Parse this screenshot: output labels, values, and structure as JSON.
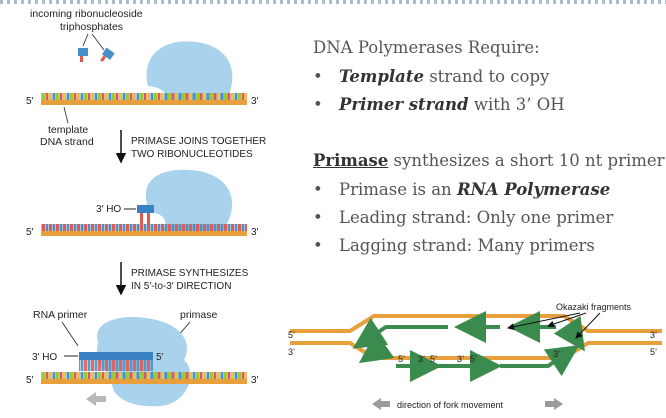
{
  "slide": {
    "heading": "DNA Polymerases Require:",
    "req1_em": "Template",
    "req1_rest": " strand to copy",
    "req2_em": "Primer strand",
    "req2_rest": " with 3’ OH",
    "primase_word": "Primase",
    "primase_rest": " synthesizes a short 10 nt primer",
    "b1_text": "Primase is an ",
    "b1_em": "RNA Polymerase",
    "b2": "Leading strand: Only one primer",
    "b3": "Lagging strand: Many primers",
    "bullet": "•"
  },
  "left_diagram": {
    "incoming": "incoming ribonucleoside",
    "triphosphates": "triphosphates",
    "five_prime": "5′",
    "three_prime": "3′",
    "template_1": "template",
    "template_2": "DNA strand",
    "step1_a": "PRIMASE JOINS TOGETHER",
    "step1_b": "TWO RIBONUCLEOTIDES",
    "ho": "3′ HO",
    "step2_a": "PRIMASE SYNTHESIZES",
    "step2_b": "IN 5′-to-3′ DIRECTION",
    "rna_primer": "RNA primer",
    "primase": "primase"
  },
  "fork_diagram": {
    "okazaki": "Okazaki fragments",
    "five_prime": "5’",
    "three_prime": "3’",
    "direction": "direction of fork movement"
  },
  "colors": {
    "dna": "#e8a03c",
    "enzyme": "#a9d3ec",
    "primer": "#3b82c4",
    "green": "#3b8a4e"
  }
}
